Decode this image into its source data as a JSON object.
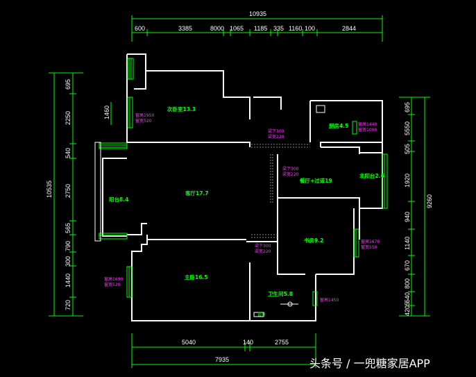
{
  "dims": {
    "top_total": "10935",
    "top_segments": [
      "600",
      "3385",
      "8000",
      "1065",
      "1185",
      "335",
      "1160",
      "100",
      "2844"
    ],
    "left_total": "10535",
    "left_segments": [
      "695",
      "2250",
      "540",
      "2750",
      "565",
      "790",
      "300",
      "1440",
      "720"
    ],
    "right_total": "9260",
    "right_segments_a": [
      "695",
      "5550",
      "505",
      "1920",
      "940",
      "1140",
      "670",
      "800",
      "540",
      "4205"
    ],
    "bottom_segments": [
      "5040",
      "140",
      "2755"
    ],
    "bottom_total": "7935",
    "small_left": "1460"
  },
  "rooms": {
    "second_bedroom": "次卧室13.3",
    "kitchen": "厨房4.5",
    "living": "客厅17.7",
    "dining": "餐厅+过道19",
    "balcony": "阳台8.4",
    "service_balcony": "北阳台2.6",
    "study": "书房9.2",
    "master": "主卧16.5",
    "bathroom": "卫生间5.8"
  },
  "notes": {
    "win_bed2_a": "窗高1950",
    "win_bed2_b": "窗宽520",
    "win_kitchen_a": "窗高1440",
    "win_kitchen_b": "窗宽1000",
    "door_bed2_a": "梁下300",
    "door_bed2_b": "梁宽220",
    "door_dining_a": "梁下300",
    "door_dining_b": "梁宽220",
    "door_study_a": "梁下300",
    "door_study_b": "梁宽220",
    "win_study_a": "窗高1670",
    "win_study_b": "窗宽550",
    "win_master_a": "窗高1690",
    "win_master_b": "窗宽520",
    "win_bath": "窗高1450",
    "bath_extra": "管井"
  },
  "watermark": "头条号 / 一兜糖家居APP"
}
